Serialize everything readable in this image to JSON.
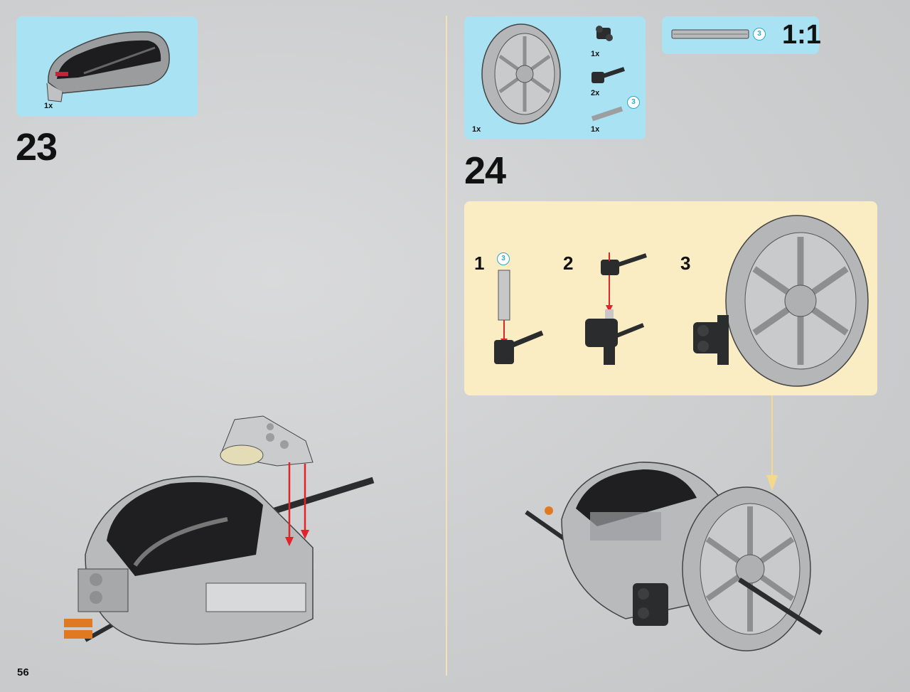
{
  "left_step": {
    "parts": [
      {
        "part": "dark-grey-cockpit-canopy",
        "qty": "1x"
      }
    ],
    "number": "23"
  },
  "right_step": {
    "parts": [
      {
        "part": "light-grey-wheel-rim",
        "qty": "1x"
      },
      {
        "part": "black-technic-connector-small",
        "qty": "1x"
      },
      {
        "part": "black-technic-connector-axle",
        "qty": "2x"
      },
      {
        "part": "grey-axle-3",
        "qty": "1x",
        "length": "3"
      }
    ],
    "number": "24",
    "substeps": [
      {
        "label": "1",
        "axle_length": "3"
      },
      {
        "label": "2"
      },
      {
        "label": "3"
      }
    ]
  },
  "scale_callout": {
    "length": "3",
    "label": "1:1"
  },
  "page_number": "56",
  "colors": {
    "parts_box": "#a9e3f3",
    "substep_box": "#faecc3",
    "arrow_red": "#e0242a",
    "arrow_yellow": "#f5d98a"
  }
}
